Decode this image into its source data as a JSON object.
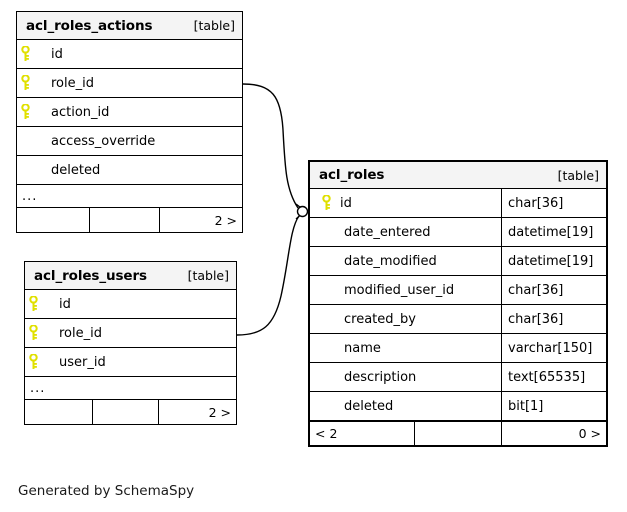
{
  "diagram": {
    "caption": "Generated by SchemaSpy",
    "table_tag": "[table]",
    "ellipsis": "...",
    "key_icon": "primary-key-icon",
    "key_color": "#e6e600"
  },
  "tables": [
    {
      "id": "acl_roles_actions",
      "name": "acl_roles_actions",
      "tag": "[table]",
      "focal": false,
      "show_types": false,
      "columns": [
        {
          "name": "id",
          "key": true,
          "type": ""
        },
        {
          "name": "role_id",
          "key": true,
          "type": ""
        },
        {
          "name": "action_id",
          "key": true,
          "type": ""
        },
        {
          "name": "access_override",
          "key": false,
          "type": ""
        },
        {
          "name": "deleted",
          "key": false,
          "type": ""
        }
      ],
      "ellipsis": "...",
      "footer": {
        "left": "",
        "middle": "",
        "right": "2 >"
      }
    },
    {
      "id": "acl_roles_users",
      "name": "acl_roles_users",
      "tag": "[table]",
      "focal": false,
      "show_types": false,
      "columns": [
        {
          "name": "id",
          "key": true,
          "type": ""
        },
        {
          "name": "role_id",
          "key": true,
          "type": ""
        },
        {
          "name": "user_id",
          "key": true,
          "type": ""
        }
      ],
      "ellipsis": "...",
      "footer": {
        "left": "",
        "middle": "",
        "right": "2 >"
      }
    },
    {
      "id": "acl_roles",
      "name": "acl_roles",
      "tag": "[table]",
      "focal": true,
      "show_types": true,
      "columns": [
        {
          "name": "id",
          "key": true,
          "type": "char[36]"
        },
        {
          "name": "date_entered",
          "key": false,
          "type": "datetime[19]"
        },
        {
          "name": "date_modified",
          "key": false,
          "type": "datetime[19]"
        },
        {
          "name": "modified_user_id",
          "key": false,
          "type": "char[36]"
        },
        {
          "name": "created_by",
          "key": false,
          "type": "char[36]"
        },
        {
          "name": "name",
          "key": false,
          "type": "varchar[150]"
        },
        {
          "name": "description",
          "key": false,
          "type": "text[65535]"
        },
        {
          "name": "deleted",
          "key": false,
          "type": "bit[1]"
        }
      ],
      "ellipsis": "",
      "footer": {
        "left": "< 2",
        "middle": "",
        "right": "0 >"
      }
    }
  ],
  "relationships": [
    {
      "from": "acl_roles_actions.role_id",
      "to": "acl_roles.id",
      "cardinality": "zero-or-more-to-one"
    },
    {
      "from": "acl_roles_users.role_id",
      "to": "acl_roles.id",
      "cardinality": "zero-or-more-to-one"
    }
  ]
}
